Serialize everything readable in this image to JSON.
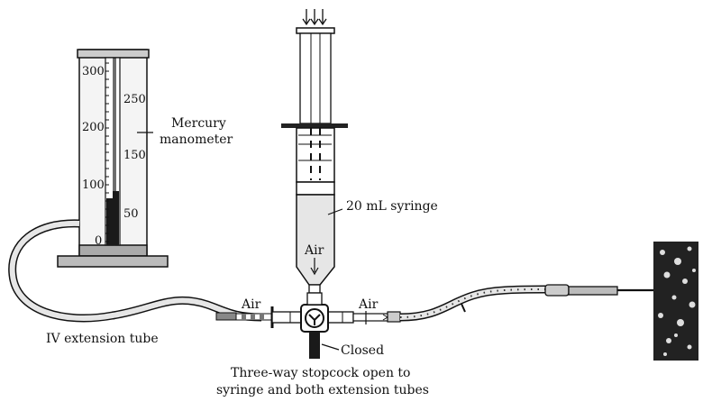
{
  "labels": {
    "manometer": [
      "Mercury",
      "manometer"
    ],
    "syringe": "20 mL syringe",
    "air_syringe": "Air",
    "air_left": "Air",
    "air_right": "Air",
    "iv_tube": "IV extension tube",
    "closed": "Closed",
    "stopcock": [
      "Three-way stopcock open to",
      "syringe and both extension tubes"
    ]
  },
  "manometer": {
    "left_scale": [
      "300",
      "200",
      "100",
      "0"
    ],
    "right_scale": [
      "250",
      "150",
      "50"
    ]
  },
  "colors": {
    "ink": "#111111",
    "tube_fill": "#e6e6e6",
    "scale_fill": "#f4f4f4",
    "mercury": "#1a1a1a"
  }
}
